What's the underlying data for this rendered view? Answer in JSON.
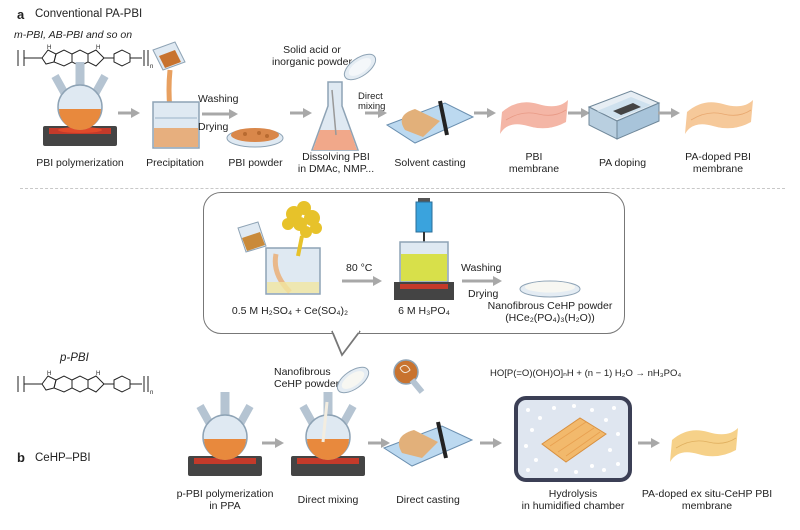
{
  "panel_a": {
    "letter": "a",
    "title": "Conventional PA-PBI",
    "polymer_label": "m-PBI, AB-PBI and so on",
    "steps": [
      {
        "label": "PBI polymerization"
      },
      {
        "label": "Precipitation"
      },
      {
        "label": "PBI powder"
      },
      {
        "label": "Dissolving PBI\nin DMAc, NMP..."
      },
      {
        "label": "Solvent casting"
      },
      {
        "label": "PBI\nmembrane"
      },
      {
        "label": "PA doping"
      },
      {
        "label": "PA-doped PBI\nmembrane"
      }
    ],
    "washing": "Washing",
    "drying": "Drying",
    "solid_acid": "Solid acid or\ninorganic powder",
    "direct_mixing": "Direct\nmixing"
  },
  "inset": {
    "reagents": "0.5 M H₂SO₄ + Ce(SO₄)₂",
    "temperature": "80 °C",
    "acid": "6 M H₃PO₄",
    "washing": "Washing",
    "drying": "Drying",
    "product": "Nanofibrous CeHP powder\n(HCe₂(PO₄)₃(H₂O))"
  },
  "panel_b": {
    "letter": "b",
    "title": "CeHP–PBI",
    "polymer_label": "p-PBI",
    "powder_label": "Nanofibrous\nCeHP powder",
    "equation": "HO[P(=O)(OH)O]ₙH + (n − 1) H₂O → nH₃PO₄",
    "steps": [
      {
        "label": "p-PBI polymerization\nin PPA"
      },
      {
        "label": "Direct mixing"
      },
      {
        "label": "Direct casting"
      },
      {
        "label": "Hydrolysis\nin humidified chamber"
      },
      {
        "label": "PA-doped ex situ-CeHP PBI\nmembrane"
      }
    ]
  },
  "colors": {
    "orange": "#e8893d",
    "heater": "#c43a2a",
    "flask_glass": "#dfe9f2",
    "membrane_pink": "#f4b6a6",
    "membrane_peach": "#f6c99a",
    "casting_blue": "#bcd9f0",
    "yellow_solution": "#d8e04a",
    "syringe_blue": "#3aa3dd",
    "arrow_grey": "#a8a8a8"
  }
}
